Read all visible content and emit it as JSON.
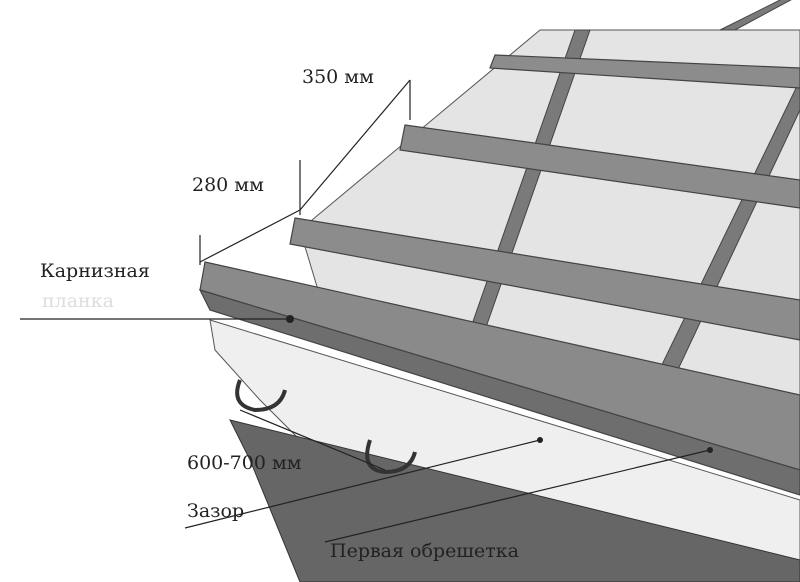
{
  "labels": {
    "dim_350": "350 мм",
    "dim_280": "280 мм",
    "eave_strip_line1": "Карнизная",
    "eave_strip_line2": "планка",
    "dim_600_700": "600-700 мм",
    "gap": "Зазор",
    "first_batten": "Первая обрешетка"
  },
  "colors": {
    "batten": "#8c8c8c",
    "batten_edge": "#555555",
    "membrane": "#e4e4e4",
    "counter_batten": "#7a7a7a"
  }
}
